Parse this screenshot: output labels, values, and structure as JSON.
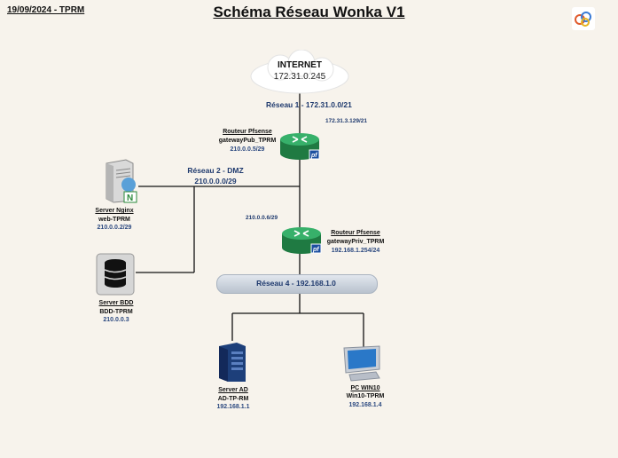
{
  "header": {
    "date": "19/09/2024 - TPRM",
    "title": "Schéma Réseau Wonka V1"
  },
  "internet": {
    "label": "INTERNET",
    "ip": "172.31.0.245"
  },
  "networks": {
    "reseau1": "Réseau 1 - 172.31.0.0/21",
    "reseau2_name": "Réseau 2 - DMZ",
    "reseau2_addr": "210.0.0.0/29",
    "reseau4": "Réseau 4 - 192.168.1.0"
  },
  "routerPub": {
    "name": "Routeur Pfsense",
    "host": "gatewayPub_TPRM",
    "ip": "210.0.0.5/29",
    "wan_ip": "172.31.3.129/21"
  },
  "routerPriv": {
    "name": "Routeur Pfsense",
    "host": "gatewayPriv_TPRM",
    "ip": "192.168.1.254/24",
    "wan_ip": "210.0.0.6/29"
  },
  "serverNginx": {
    "name": "Server Nginx",
    "host": "web-TPRM",
    "ip": "210.0.0.2/29"
  },
  "serverBDD": {
    "name": "Server BDD",
    "host": "BDD-TPRM",
    "ip": "210.0.0.3"
  },
  "serverAD": {
    "name": "Server AD",
    "host": "AD-TP-RM",
    "ip": "192.168.1.1"
  },
  "pcWin10": {
    "name": "PC WIN10",
    "host": "Win10-TPRM",
    "ip": "192.168.1.4"
  },
  "icons": [
    "cloud-icon",
    "router-icon",
    "server-icon",
    "database-icon",
    "tower-server-icon",
    "monitor-icon",
    "pfsense-badge-icon",
    "nginx-badge-icon",
    "logo-icon"
  ],
  "colors": {
    "background": "#f7f3ec",
    "router": "#2e9d5a",
    "label_blue": "#1f3a6e",
    "server_ad": "#1d3f7a"
  }
}
